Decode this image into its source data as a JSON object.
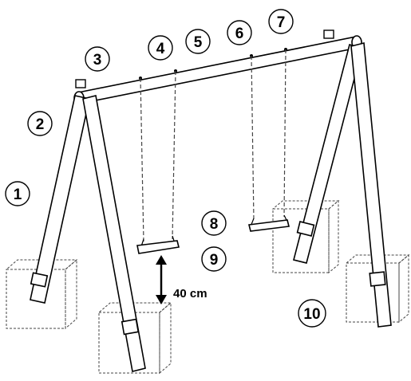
{
  "labels": [
    {
      "id": "1",
      "text": "1"
    },
    {
      "id": "2",
      "text": "2"
    },
    {
      "id": "3",
      "text": "3"
    },
    {
      "id": "4",
      "text": "4"
    },
    {
      "id": "5",
      "text": "5"
    },
    {
      "id": "6",
      "text": "6"
    },
    {
      "id": "7",
      "text": "7"
    },
    {
      "id": "8",
      "text": "8"
    },
    {
      "id": "9",
      "text": "9"
    },
    {
      "id": "10",
      "text": "10"
    }
  ],
  "clearance": {
    "text": "40 cm"
  },
  "colors": {
    "line": "#000000",
    "fill": "#ffffff",
    "dashed": "#444444"
  }
}
